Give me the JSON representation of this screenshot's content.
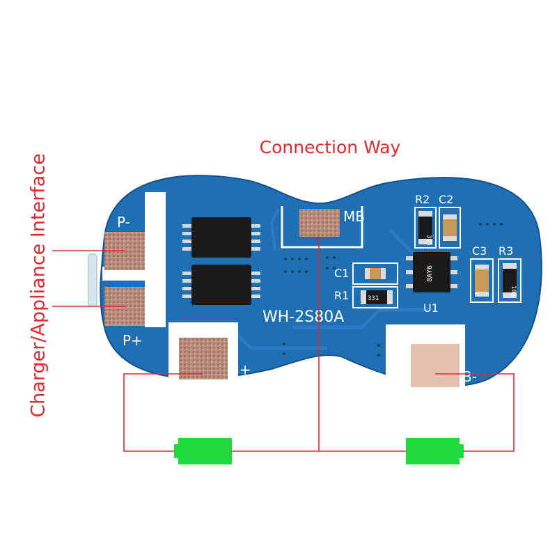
{
  "title": "Connection Way",
  "side_label": "Charger/Appliance Interface",
  "board": {
    "model": "WH-2S80A",
    "pads": {
      "p_minus": "P-",
      "p_plus": "P+",
      "b_plus": "B+",
      "b_minus": "B-",
      "mid": "MB"
    },
    "components": {
      "c1": "C1",
      "r1": "R1",
      "r2": "R2",
      "c2": "C2",
      "c3": "C3",
      "r3": "R3",
      "u1": "U1"
    },
    "markings": {
      "r1": "331",
      "r2": "331",
      "r3": "102",
      "u1": "8AY6"
    }
  },
  "colors": {
    "board": "#1f6fb3",
    "silk": "#ffffff",
    "wire": "#e0282e",
    "battery": "#21d93a",
    "pad": "#b98e7f"
  }
}
